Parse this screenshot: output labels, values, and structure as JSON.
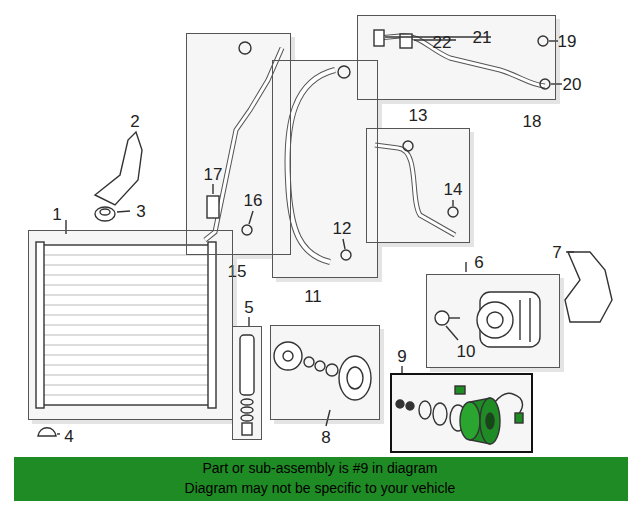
{
  "diagram": {
    "nodes": [
      {
        "text": [
          "21",
          "22",
          "19",
          "20",
          "18"
        ]
      },
      {
        "text": [
          "15",
          "17",
          "16"
        ]
      },
      {
        "text": [
          "12",
          "11"
        ]
      },
      {
        "text": [
          "13",
          "14"
        ]
      },
      {
        "text": [
          "6",
          "10"
        ]
      },
      {
        "text": [
          "1"
        ]
      },
      {
        "text": [
          "5"
        ]
      },
      {
        "text": [
          "8"
        ]
      },
      {
        "text": [
          "9"
        ]
      },
      {
        "text": [
          "Part or sub-assembly is #9 in diagram",
          "Diagram may not be specific to your vehicle"
        ]
      }
    ],
    "labels": [
      "2",
      "3",
      "7",
      "4"
    ]
  }
}
